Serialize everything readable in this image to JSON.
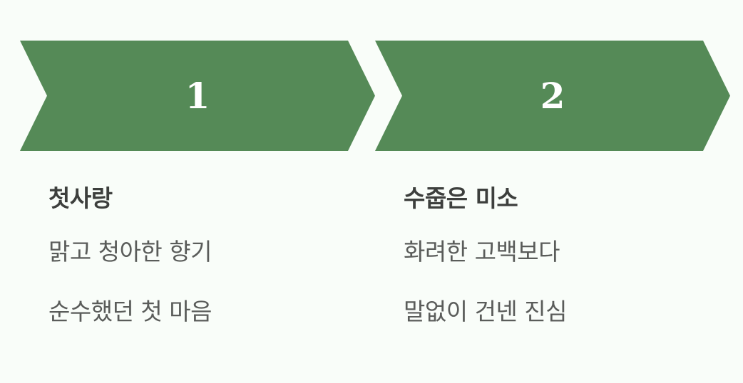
{
  "colors": {
    "background": "#f9fdf9",
    "chevron_fill": "#558a57",
    "number_text": "#ffffff",
    "title_text": "#3d3f3d",
    "body_text": "#5a5c5a"
  },
  "steps": [
    {
      "number": "1",
      "title": "첫사랑",
      "lines": [
        "맑고 청아한 향기",
        "순수했던 첫 마음"
      ]
    },
    {
      "number": "2",
      "title": "수줍은 미소",
      "lines": [
        "화려한 고백보다",
        "말없이 건넨 진심"
      ]
    }
  ]
}
